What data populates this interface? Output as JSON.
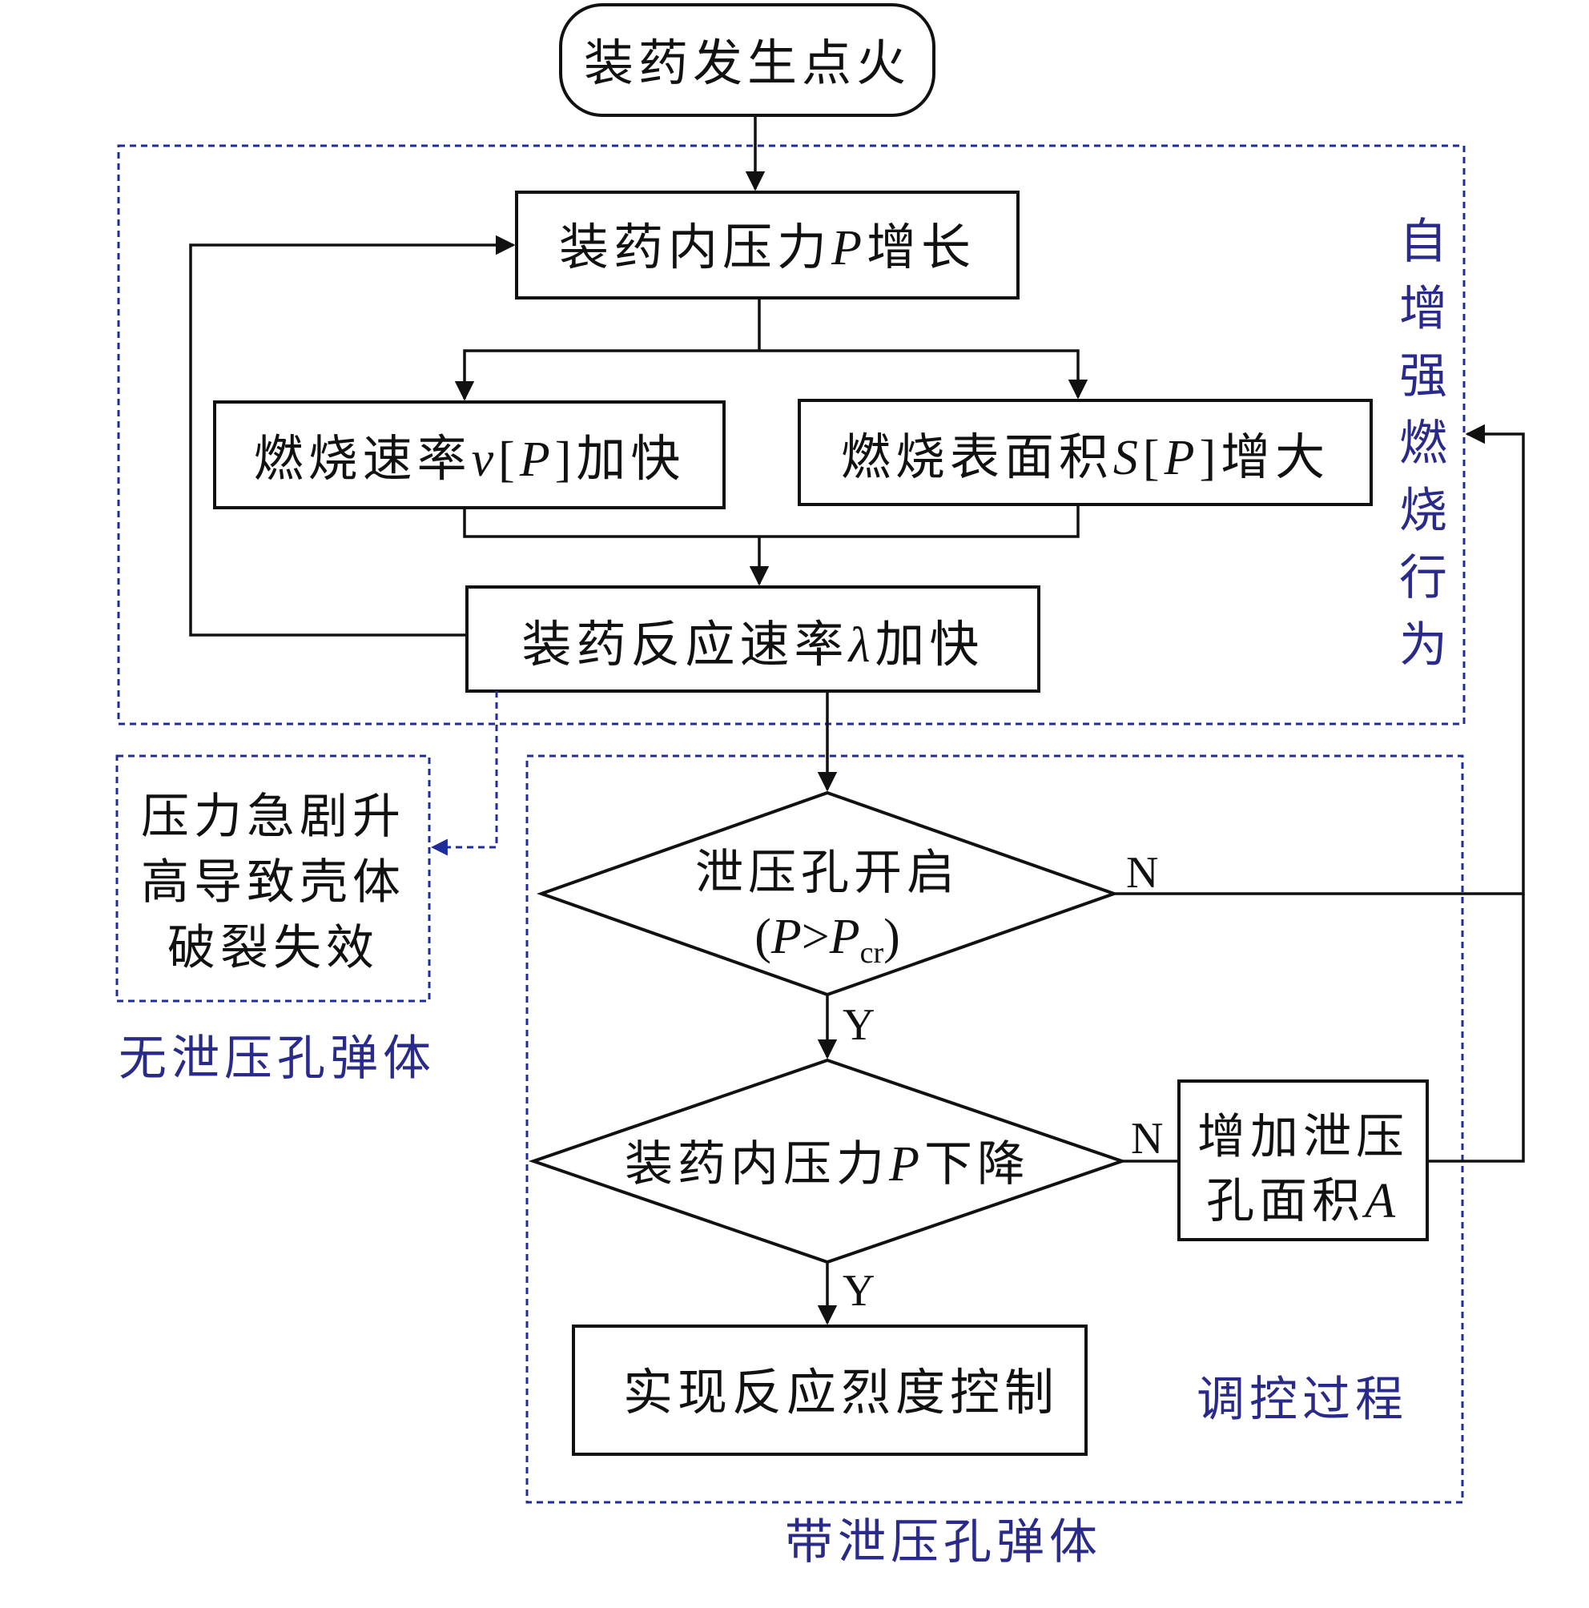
{
  "colors": {
    "stroke": "#111111",
    "region_border": "#1f2d9b",
    "region_label": "#2a2a8a",
    "background": "#ffffff"
  },
  "nodes": {
    "start": "装药发生点火",
    "pressure_rise": {
      "text": "装药内压力",
      "var": "P",
      "suffix": "增长"
    },
    "burn_rate": {
      "text": "燃烧速率",
      "var": "v",
      "bracket_var": "P",
      "suffix": "加快"
    },
    "burn_area": {
      "text": "燃烧表面积",
      "var": "S",
      "bracket_var": "P",
      "suffix": "增大"
    },
    "reaction_rate": {
      "text": "装药反应速率",
      "var": "λ",
      "suffix": "加快"
    },
    "rupture": [
      "压力急剧升",
      "高导致壳体",
      "破裂失效"
    ],
    "vent_open": {
      "line1": "泄压孔开启",
      "line2_open": "(",
      "var": "P",
      "op": ">",
      "var2": "P",
      "sub": "cr",
      "line2_close": ")"
    },
    "pressure_drop": {
      "text": "装药内压力",
      "var": "P",
      "suffix": "下降"
    },
    "increase_area": {
      "line1": "增加泄压",
      "line2": "孔面积",
      "var": "A"
    },
    "control": "实现反应烈度控制"
  },
  "edge_labels": {
    "vent_no": "N",
    "vent_yes": "Y",
    "drop_no": "N",
    "drop_yes": "Y"
  },
  "regions": {
    "self_enhance": "自增强燃烧行为",
    "no_vent": "无泄压孔弹体",
    "regulation": "调控过程",
    "with_vent": "带泄压孔弹体"
  }
}
